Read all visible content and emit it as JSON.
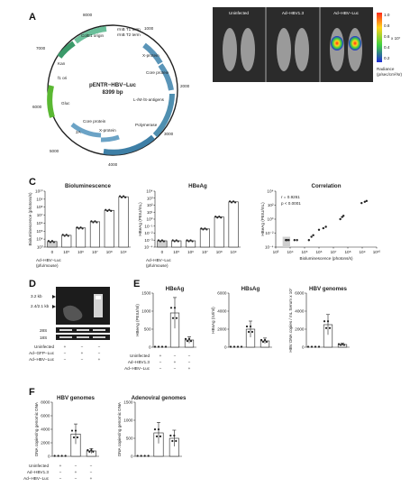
{
  "panels": {
    "A": "A",
    "B": "B",
    "C": "C",
    "D": "D",
    "E": "E",
    "F": "F"
  },
  "plasmid": {
    "name": "pENTR−HBV−Luc",
    "size": "8399 bp",
    "ticks": [
      "1000",
      "2000",
      "3000",
      "4000",
      "5000",
      "6000",
      "7000",
      "8000"
    ],
    "features": [
      "ColE1 origin",
      "rrnB T1 term",
      "rrnB T2 term",
      "X-protein",
      "Core protein",
      "L-/M-/S-antigens",
      "Polymerase",
      "Core protein",
      "X-protein",
      "2A",
      "Gluc",
      "Kan",
      "f1 ori"
    ]
  },
  "imaging": {
    "groups": [
      "Uninfected",
      "Ad−HBV1.3",
      "Ad−HBV−Luc"
    ],
    "colorbar_ticks": [
      "1.0",
      "0.8",
      "0.6",
      "0.4",
      "0.2"
    ],
    "colorbar_exp": "x 10⁷",
    "colorbar_title": "Radiance",
    "colorbar_units": "(p/sec/cm²/sr)",
    "colors": {
      "low": "#1f2cd6",
      "mid": "#3fd13f",
      "high": "#ff2a1a",
      "mouse": "#9a9a9a",
      "bg": "#2b2b2b"
    }
  },
  "panelC": {
    "xlabel": "Ad−HBV−Luc",
    "xlabel_units_1": "(pfu/mouse)",
    "xlabel_units_2": "(pfu/mouse)"
  },
  "panelD": {
    "markers": [
      "3.2 kb",
      "2.4/2.1 kb",
      "28S",
      "18S"
    ],
    "rows": [
      {
        "label": "Uninfected",
        "marks": [
          "+",
          "−",
          "−"
        ]
      },
      {
        "label": "Ad−GFP−Luc",
        "marks": [
          "−",
          "+",
          "−"
        ]
      },
      {
        "label": "Ad−HBV−Luc",
        "marks": [
          "−",
          "−",
          "+"
        ]
      }
    ]
  },
  "panelE_rows": [
    {
      "label": "Uninfected",
      "marks": [
        "+",
        "−",
        "−"
      ]
    },
    {
      "label": "Ad−HBV1.3",
      "marks": [
        "−",
        "+",
        "−"
      ]
    },
    {
      "label": "Ad−HBV−Luc",
      "marks": [
        "−",
        "−",
        "+"
      ]
    }
  ],
  "panelF_rows": [
    {
      "label": "Uninfected",
      "marks": [
        "+",
        "−",
        "−"
      ]
    },
    {
      "label": "Ad−HBV1.3",
      "marks": [
        "−",
        "+",
        "−"
      ]
    },
    {
      "label": "Ad−HBV−Luc",
      "marks": [
        "−",
        "−",
        "+"
      ]
    }
  ],
  "chart_data": [
    {
      "type": "bar",
      "id": "c1",
      "title": "Bioluminescence",
      "ylabel": "Bioluminescence (photons/s)",
      "categories": [
        "0",
        "10⁵",
        "10⁶",
        "10⁷",
        "10⁸",
        "10⁹"
      ],
      "values": [
        5000,
        30000,
        250000,
        1500000,
        40000000,
        2000000000
      ],
      "yscale": "log",
      "ylim": [
        1000,
        10000000000
      ],
      "yticks": [
        "10³",
        "10⁴",
        "10⁵",
        "10⁶",
        "10⁷",
        "10⁸",
        "10⁹",
        "10¹⁰"
      ]
    },
    {
      "type": "bar",
      "id": "c2",
      "title": "HBeAg",
      "ylabel": "HBeAg (PEIU/mL)",
      "categories": [
        "0",
        "10⁵",
        "10⁶",
        "10⁷",
        "10⁸",
        "10⁹"
      ],
      "values": [
        0.0008,
        0.0008,
        0.0008,
        0.04,
        2,
        300
      ],
      "yscale": "log",
      "ylim": [
        0.0001,
        10000
      ],
      "yticks": [
        "10⁻⁴",
        "10⁻³",
        "10⁻²",
        "10⁻¹",
        "10⁰",
        "10¹",
        "10²",
        "10³",
        "10⁴"
      ]
    },
    {
      "type": "scatter",
      "id": "c3",
      "title": "Correlation",
      "xlabel": "Bioluminescence (photons/s)",
      "ylabel": "HBeAg (PEIU/mL)",
      "annotations": [
        "r = 0.9261",
        "p < 0.0001"
      ],
      "x": [
        5000,
        6000,
        8000,
        20000,
        30000,
        200000,
        300000,
        400000,
        1000000,
        2000000,
        3000000,
        30000000,
        40000000,
        50000000,
        900000000,
        1500000000,
        2000000000
      ],
      "y": [
        0.001,
        0.001,
        0.001,
        0.001,
        0.001,
        0.001,
        0.003,
        0.005,
        0.03,
        0.05,
        0.08,
        1,
        2,
        3,
        200,
        300,
        400
      ],
      "xscale": "log",
      "yscale": "log",
      "xlim": [
        1000,
        10000000000
      ],
      "ylim": [
        0.0001,
        10000
      ],
      "xticks": [
        "10³",
        "10⁴",
        "10⁵",
        "10⁶",
        "10⁷",
        "10⁸",
        "10⁹",
        "10¹⁰"
      ],
      "yticks": [
        "10⁻⁴",
        "10⁻²",
        "10⁰",
        "10²",
        "10⁴"
      ]
    },
    {
      "type": "bar",
      "id": "e1",
      "title": "HBeAg",
      "ylabel": "HBeAg (PEIU/ml)",
      "values": [
        0,
        950,
        200
      ],
      "ylim": [
        0,
        1500
      ],
      "yticks": [
        "0",
        "500",
        "1000",
        "1500"
      ]
    },
    {
      "type": "bar",
      "id": "e2",
      "title": "HBsAg",
      "ylabel": "HBsAg (IU/ml)",
      "values": [
        0,
        2000,
        700
      ],
      "ylim": [
        0,
        6000
      ],
      "yticks": [
        "0",
        "2000",
        "4000",
        "6000"
      ]
    },
    {
      "type": "bar",
      "id": "e3",
      "title": "HBV genomes",
      "ylabel": "HBV DNA copies / mL Serum x 10⁷",
      "values": [
        0,
        2500,
        300
      ],
      "ylim": [
        0,
        6000
      ],
      "yticks": [
        "0",
        "2000",
        "4000",
        "6000"
      ]
    },
    {
      "type": "bar",
      "id": "f1",
      "title": "HBV genomes",
      "ylabel": "DNA copies/ng genomic DNA",
      "values": [
        0,
        3300,
        800
      ],
      "ylim": [
        0,
        8000
      ],
      "yticks": [
        "0",
        "2000",
        "4000",
        "6000",
        "8000"
      ]
    },
    {
      "type": "bar",
      "id": "f2",
      "title": "Adenoviral genomes",
      "ylabel": "DNA copies/ng genomic DNA",
      "values": [
        0,
        650,
        500
      ],
      "ylim": [
        0,
        1500
      ],
      "yticks": [
        "0",
        "500",
        "1000",
        "1500"
      ]
    }
  ]
}
